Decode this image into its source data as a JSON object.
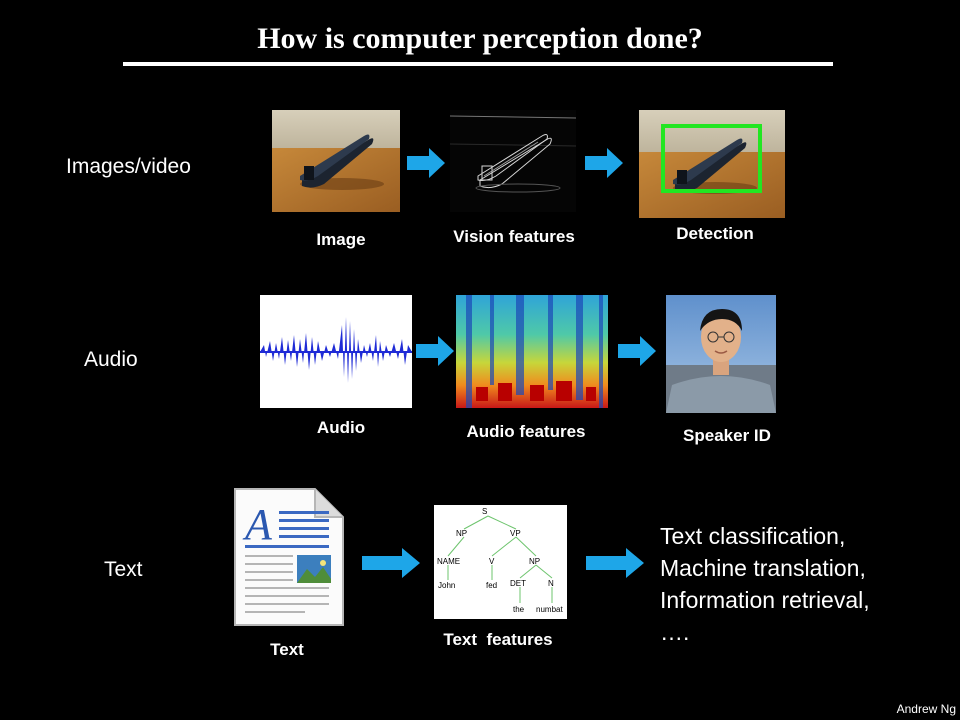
{
  "slide": {
    "title": "How is computer perception done?",
    "footer": "Andrew Ng"
  },
  "rows": {
    "vision": {
      "label": "Images/video",
      "captions": [
        "Image",
        "Vision features",
        "Detection"
      ]
    },
    "audio": {
      "label": "Audio",
      "captions": [
        "Audio",
        "Audio features",
        "Speaker ID"
      ]
    },
    "text": {
      "label": "Text",
      "captions": [
        "Text",
        "Text  features"
      ],
      "outputs": [
        "Text classification,",
        "Machine translation,",
        "Information retrieval,",
        "…."
      ]
    }
  },
  "parse_tree": {
    "root": "S",
    "np": "NP",
    "vp": "VP",
    "name": "NAME",
    "v": "V",
    "np2": "NP",
    "john": "John",
    "fed": "fed",
    "det": "DET",
    "n": "N",
    "the": "the",
    "numbat": "numbat"
  },
  "colors": {
    "arrow": "#1ea6e8",
    "detection_box": "#22e622",
    "background": "#000000"
  }
}
